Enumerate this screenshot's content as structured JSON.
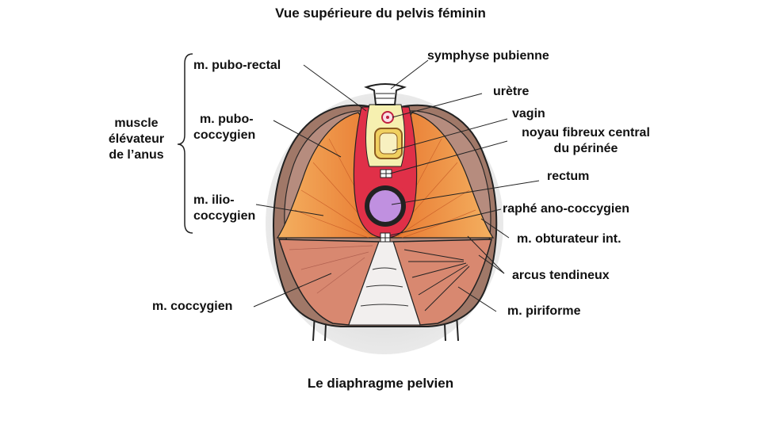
{
  "title": "Vue supérieure du pelvis féminin",
  "caption": "Le diaphragme pelvien",
  "group_label": [
    "muscle",
    "élévateur",
    "de l’anus"
  ],
  "labels": {
    "pubo_rectal": "m. pubo-rectal",
    "pubo_coccygien": [
      "m. pubo-",
      "coccygien"
    ],
    "ilio_coccygien": [
      "m. ilio-",
      "coccygien"
    ],
    "coccygien": "m. coccygien",
    "symphyse": "symphyse pubienne",
    "uretre": "urètre",
    "vagin": "vagin",
    "noyau": [
      "noyau fibreux central",
      "du périnée"
    ],
    "rectum": "rectum",
    "raphe": "raphé ano-coccygien",
    "obturateur": "m. obturateur int.",
    "arcus": "arcus tendineux",
    "piriforme": "m. piriforme"
  },
  "colors": {
    "bone": "#a07868",
    "muscle_orange": "#f0a050",
    "pubo_rectal_red": "#e03040",
    "vagin_yellow": "#f0e070",
    "rectum_purple": "#c090e0",
    "coccygeus": "#d08070"
  }
}
